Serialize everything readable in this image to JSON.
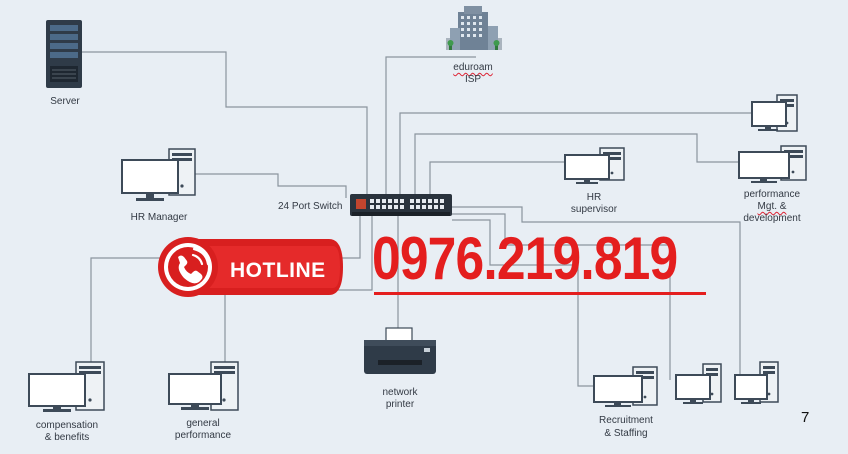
{
  "labels": {
    "server": "Server",
    "isp_line1": "eduroam",
    "isp_line2": "ISP",
    "hr_manager": "HR Manager",
    "switch": "24 Port Switch",
    "hr_supervisor_line1": "HR",
    "hr_supervisor_line2": "supervisor",
    "performance_line1": "performance",
    "performance_line2": "Mgt. &",
    "performance_line3": "development",
    "compensation_line1": "compensation",
    "compensation_line2": "& benefits",
    "general_line1": "general",
    "general_line2": "performance",
    "printer_line1": "network",
    "printer_line2": "printer",
    "recruitment_line1": "Recruitment",
    "recruitment_line2": "& Staffing"
  },
  "overlay": {
    "hotline_label": "HOTLINE",
    "phone_number": "0976.219.819"
  },
  "page_number": "7",
  "colors": {
    "background": "#e8eef4",
    "connector": "#8a949e",
    "hotline_red": "#e41e1e",
    "device_frame": "#3d4a58",
    "screen": "#ffffff"
  }
}
